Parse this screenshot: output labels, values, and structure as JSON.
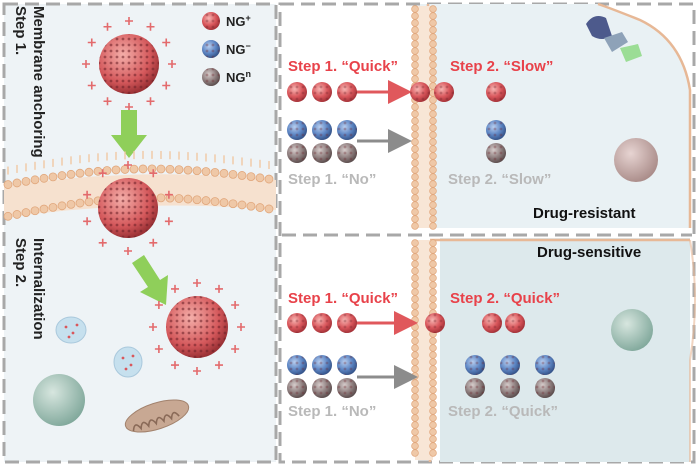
{
  "left_panel": {
    "step1_title": "Step 1.",
    "step1_subtitle": "Membrane anchoring",
    "step2_title": "Step 2.",
    "step2_subtitle": "Internalization"
  },
  "legend": {
    "items": [
      {
        "label": "NG",
        "sup": "+",
        "color": "#d9575c"
      },
      {
        "label": "NG",
        "sup": "−",
        "color": "#5d86c4"
      },
      {
        "label": "NG",
        "sup": "n",
        "color": "#8f7f7f"
      }
    ]
  },
  "resistant": {
    "step1_quick": "Step 1. “Quick”",
    "step2_slow_top": "Step 2. “Slow”",
    "step1_no": "Step 1. “No”",
    "step2_slow_bottom": "Step 2. “Slow”",
    "cell_label": "Drug-resistant"
  },
  "sensitive": {
    "cell_label": "Drug-sensitive",
    "step1_quick": "Step 1. “Quick”",
    "step2_quick_top": "Step 2. “Quick”",
    "step1_no": "Step 1. “No”",
    "step2_quick_bottom": "Step 2. “Quick”"
  },
  "colors": {
    "positive": "#d9575c",
    "negative": "#5d86c4",
    "neutral": "#8f7f7f",
    "step_red": "#e8424a",
    "step_gray": "#b9b9b9",
    "arrow_green": "#8fcf5a",
    "panel_bg": "#eef3f6"
  }
}
